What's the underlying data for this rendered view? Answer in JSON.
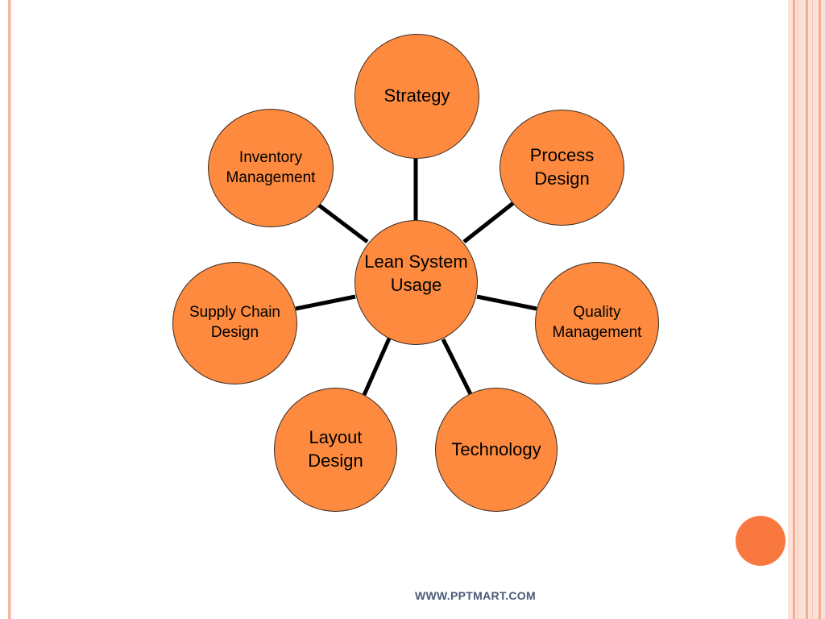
{
  "diagram": {
    "center": {
      "label_line1": "Lean System",
      "label_line2": "Usage"
    },
    "nodes": {
      "strategy": {
        "label_line1": "Strategy"
      },
      "process_design": {
        "label_line1": "Process",
        "label_line2": "Design"
      },
      "quality_management": {
        "label_line1": "Quality",
        "label_line2": "Management"
      },
      "technology": {
        "label_line1": "Technology"
      },
      "layout_design": {
        "label_line1": "Layout",
        "label_line2": "Design"
      },
      "supply_chain_design": {
        "label_line1": "Supply Chain",
        "label_line2": "Design"
      },
      "inventory_management": {
        "label_line1": "Inventory",
        "label_line2": "Management"
      }
    },
    "colors": {
      "node_fill": "#fd8a3f",
      "connector": "#000000",
      "frame": "#f4b9a3"
    }
  },
  "footer": {
    "text": "WWW.PPTMART.COM"
  }
}
